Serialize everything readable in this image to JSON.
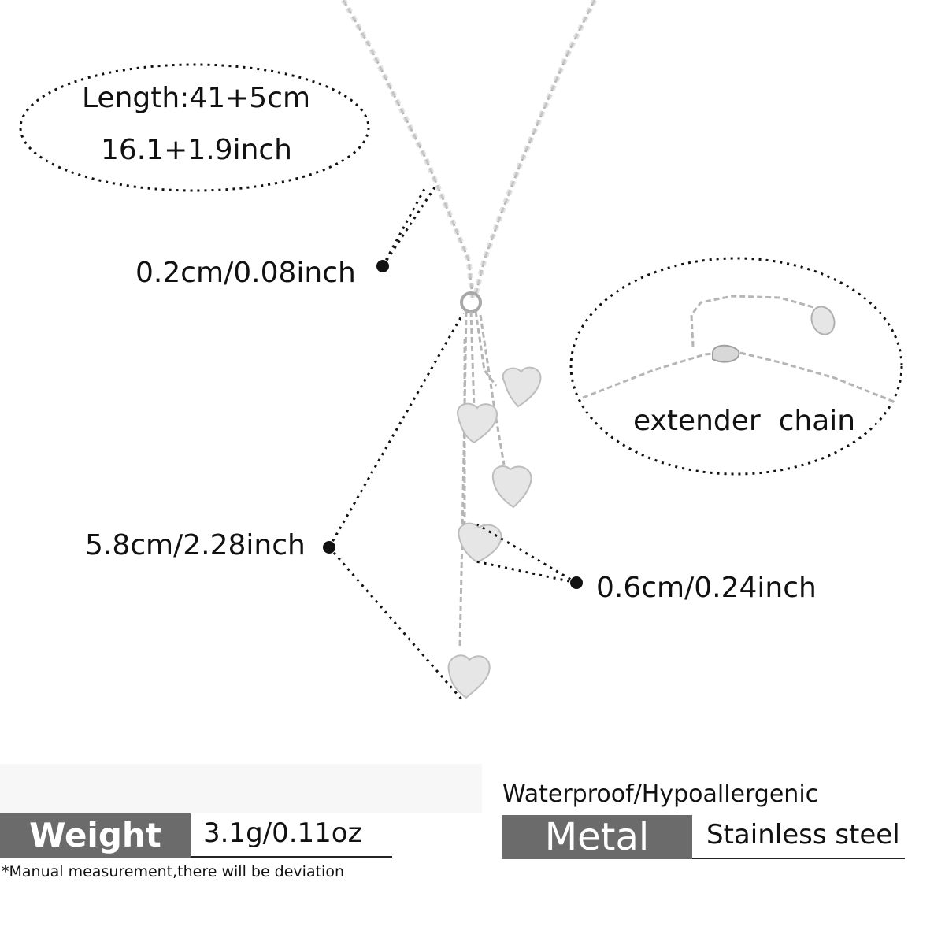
{
  "dimensions": {
    "length_cm": "Length:41+5cm",
    "length_inch": "16.1+1.9inch",
    "chain_thickness": "0.2cm/0.08inch",
    "pendant_drop": "5.8cm/2.28inch",
    "heart_size": "0.6cm/0.24inch"
  },
  "extender": {
    "label": "extender  chain"
  },
  "specs": {
    "weight_label": "Weight",
    "weight_value": "3.1g/0.11oz",
    "metal_label": "Metal",
    "metal_value": "Stainless steel",
    "features": "Waterproof/Hypoallergenic",
    "note": "*Manual measurement,there will be deviation"
  },
  "colors": {
    "spec_box": "#6b6b6b",
    "chain": "#bdbdbd",
    "heart": "#e4e4e4",
    "text": "#111111"
  }
}
